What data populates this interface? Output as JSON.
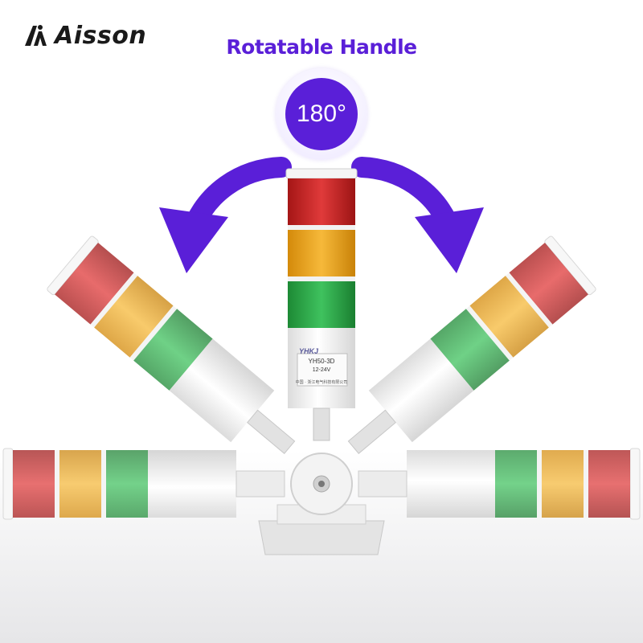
{
  "brand": {
    "name": "Aisson",
    "logo_icon": "aisson-logo-icon"
  },
  "headline": "Rotatable Handle",
  "badge": {
    "value": "180°"
  },
  "colors": {
    "accent": "#5a1fd8",
    "red": "#d72a2a",
    "amber": "#f0a81c",
    "green": "#2ea84a",
    "body": "#f4f4f4"
  },
  "lamp": {
    "model": "YH50-3D",
    "voltage": "12-24V",
    "logo": "YHKJ",
    "maker": "中国 · 浙江电气科技有限公司"
  }
}
